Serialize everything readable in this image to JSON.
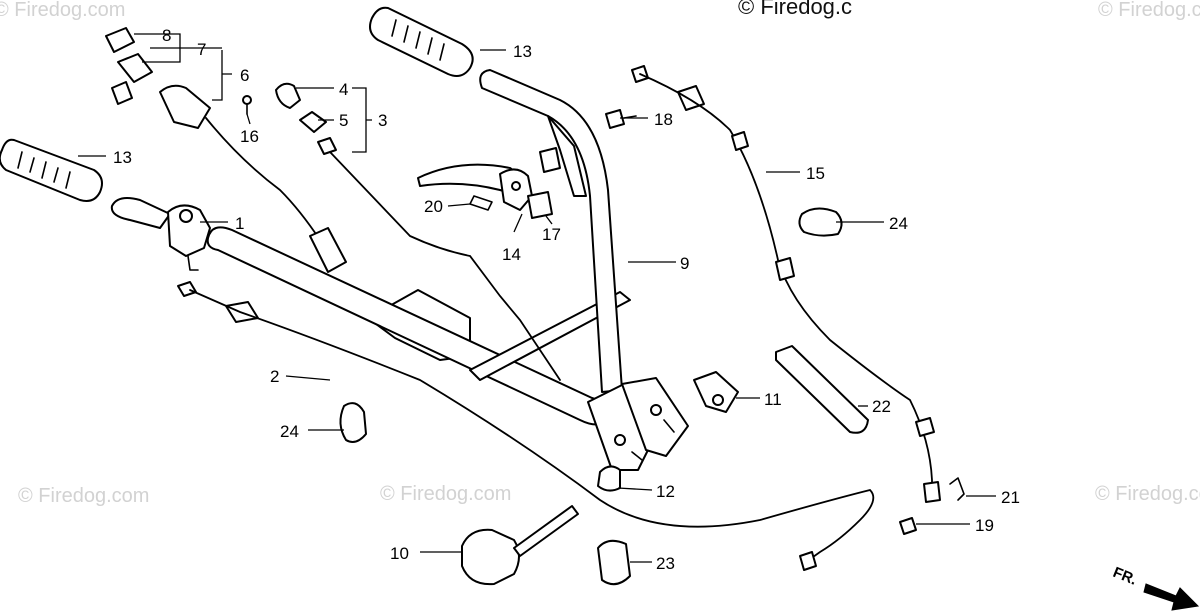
{
  "watermark": {
    "text": "© Firedog.com",
    "top_text": "© Firedog.c"
  },
  "direction_marker": {
    "text": "FR."
  },
  "callouts": {
    "p1": "1",
    "p2": "2",
    "p3": "3",
    "p4": "4",
    "p5": "5",
    "p6": "6",
    "p7": "7",
    "p8": "8",
    "p9": "9",
    "p10": "10",
    "p11": "11",
    "p12": "12",
    "p13a": "13",
    "p13b": "13",
    "p14": "14",
    "p15": "15",
    "p16": "16",
    "p17": "17",
    "p18": "18",
    "p19": "19",
    "p20": "20",
    "p21": "21",
    "p22": "22",
    "p23": "23",
    "p24a": "24",
    "p24b": "24"
  }
}
